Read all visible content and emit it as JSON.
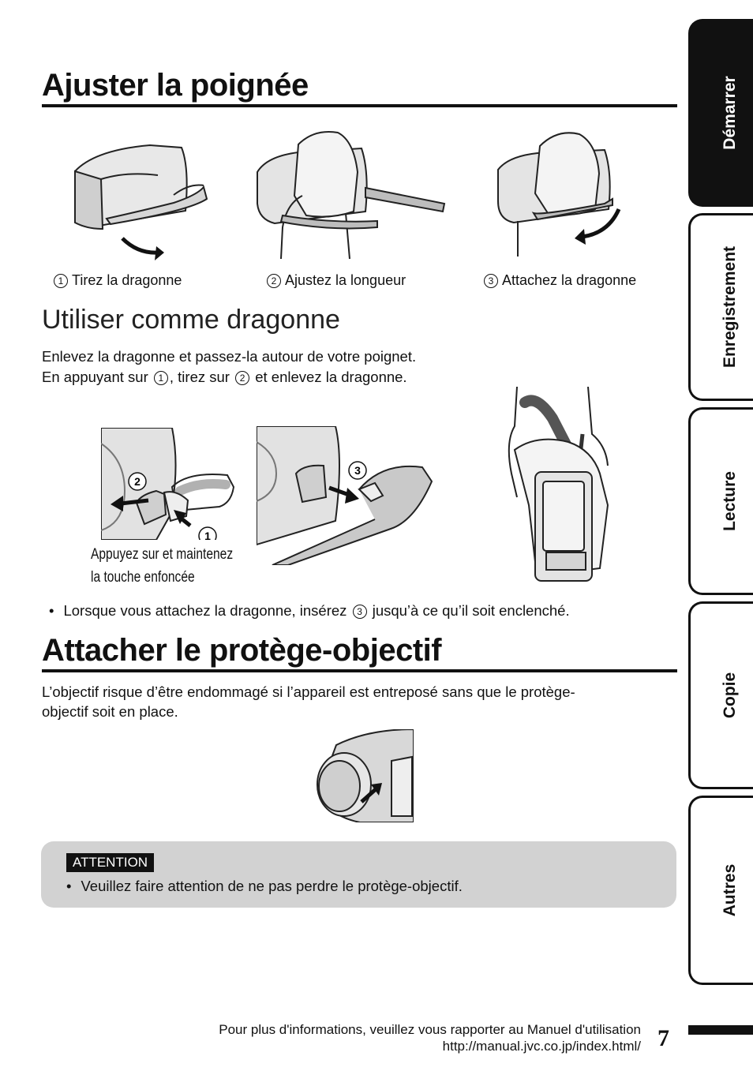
{
  "section1": {
    "title": "Ajuster la poignée",
    "steps": [
      {
        "num": "1",
        "label": "Tirez la dragonne"
      },
      {
        "num": "2",
        "label": "Ajustez la longueur"
      },
      {
        "num": "3",
        "label": "Attachez la dragonne"
      }
    ]
  },
  "section2": {
    "title": "Utiliser comme dragonne",
    "line1": "Enlevez la dragonne et passez-la autour de votre poignet.",
    "line2_a": "En appuyant sur",
    "line2_n1": "1",
    "line2_b": ", tirez sur",
    "line2_n2": "2",
    "line2_c": "et enlevez la dragonne.",
    "fig_caption1": "Appuyez sur et maintenez",
    "fig_caption2": "la touche enfoncée",
    "fig_num1": "1",
    "fig_num2": "2",
    "fig_num3": "3",
    "bullet_a": "Lorsque vous attachez la dragonne, insérez",
    "bullet_n": "3",
    "bullet_b": "jusqu’à ce qu’il soit enclenché."
  },
  "section3": {
    "title": "Attacher le protège-objectif",
    "para1": "L’objectif risque d’être endommagé si l’appareil est entreposé sans que le protège-",
    "para2": "objectif soit en place."
  },
  "attention": {
    "label": "ATTENTION",
    "text": "Veuillez faire attention de ne pas perdre le protège-objectif."
  },
  "tabs": [
    {
      "label": "Démarrer",
      "active": true
    },
    {
      "label": "Enregistrement",
      "active": false
    },
    {
      "label": "Lecture",
      "active": false
    },
    {
      "label": "Copie",
      "active": false
    },
    {
      "label": "Autres",
      "active": false
    }
  ],
  "footer": {
    "line1": "Pour plus d'informations, veuillez vous rapporter au Manuel d'utilisation",
    "line2": "http://manual.jvc.co.jp/index.html/",
    "page_number": "7"
  }
}
